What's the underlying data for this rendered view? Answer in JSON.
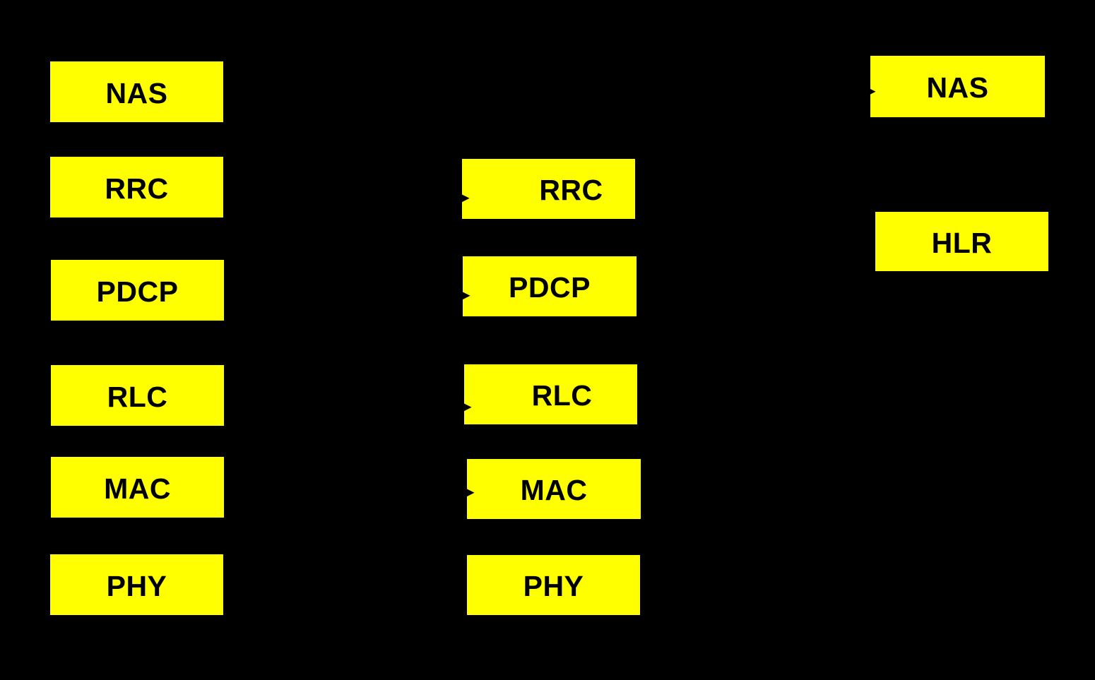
{
  "colors": {
    "background": "#000000",
    "box_fill": "#FFFF00",
    "box_text": "#000000",
    "arrow": "#000000"
  },
  "icons": {
    "right_arrowhead_icon": "▶"
  },
  "stacks": {
    "left": {
      "layers": [
        "NAS",
        "RRC",
        "PDCP",
        "RLC",
        "MAC",
        "PHY"
      ]
    },
    "middle": {
      "layers": [
        "RRC",
        "PDCP",
        "RLC",
        "MAC",
        "PHY"
      ]
    },
    "right": {
      "layers": [
        "NAS",
        "HLR"
      ]
    }
  }
}
